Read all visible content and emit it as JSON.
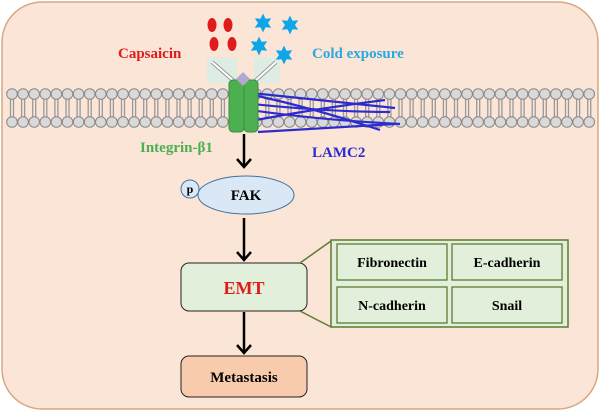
{
  "stimuli": {
    "capsaicin": "Capsaicin",
    "cold": "Cold exposure"
  },
  "membrane": {
    "receptor": "Integrin-β1",
    "ligand": "LAMC2"
  },
  "pathway": {
    "fak": "FAK",
    "phospho": "p",
    "emt": "EMT",
    "metastasis": "Metastasis"
  },
  "markers": [
    "Fibronectin",
    "E-cadherin",
    "N-cadherin",
    "Snail"
  ],
  "colors": {
    "background": "#fbe5d6",
    "capsaicin": "#e01b1b",
    "cold": "#2aa8e0",
    "integrin": "#4caf50",
    "lamc2": "#2b2bd0",
    "fak_fill": "#dae8f5",
    "emt_fill": "#e2efda",
    "emt_text": "#e01b1b",
    "metastasis_fill": "#f8cbad",
    "marker_border": "#5b7d30"
  }
}
